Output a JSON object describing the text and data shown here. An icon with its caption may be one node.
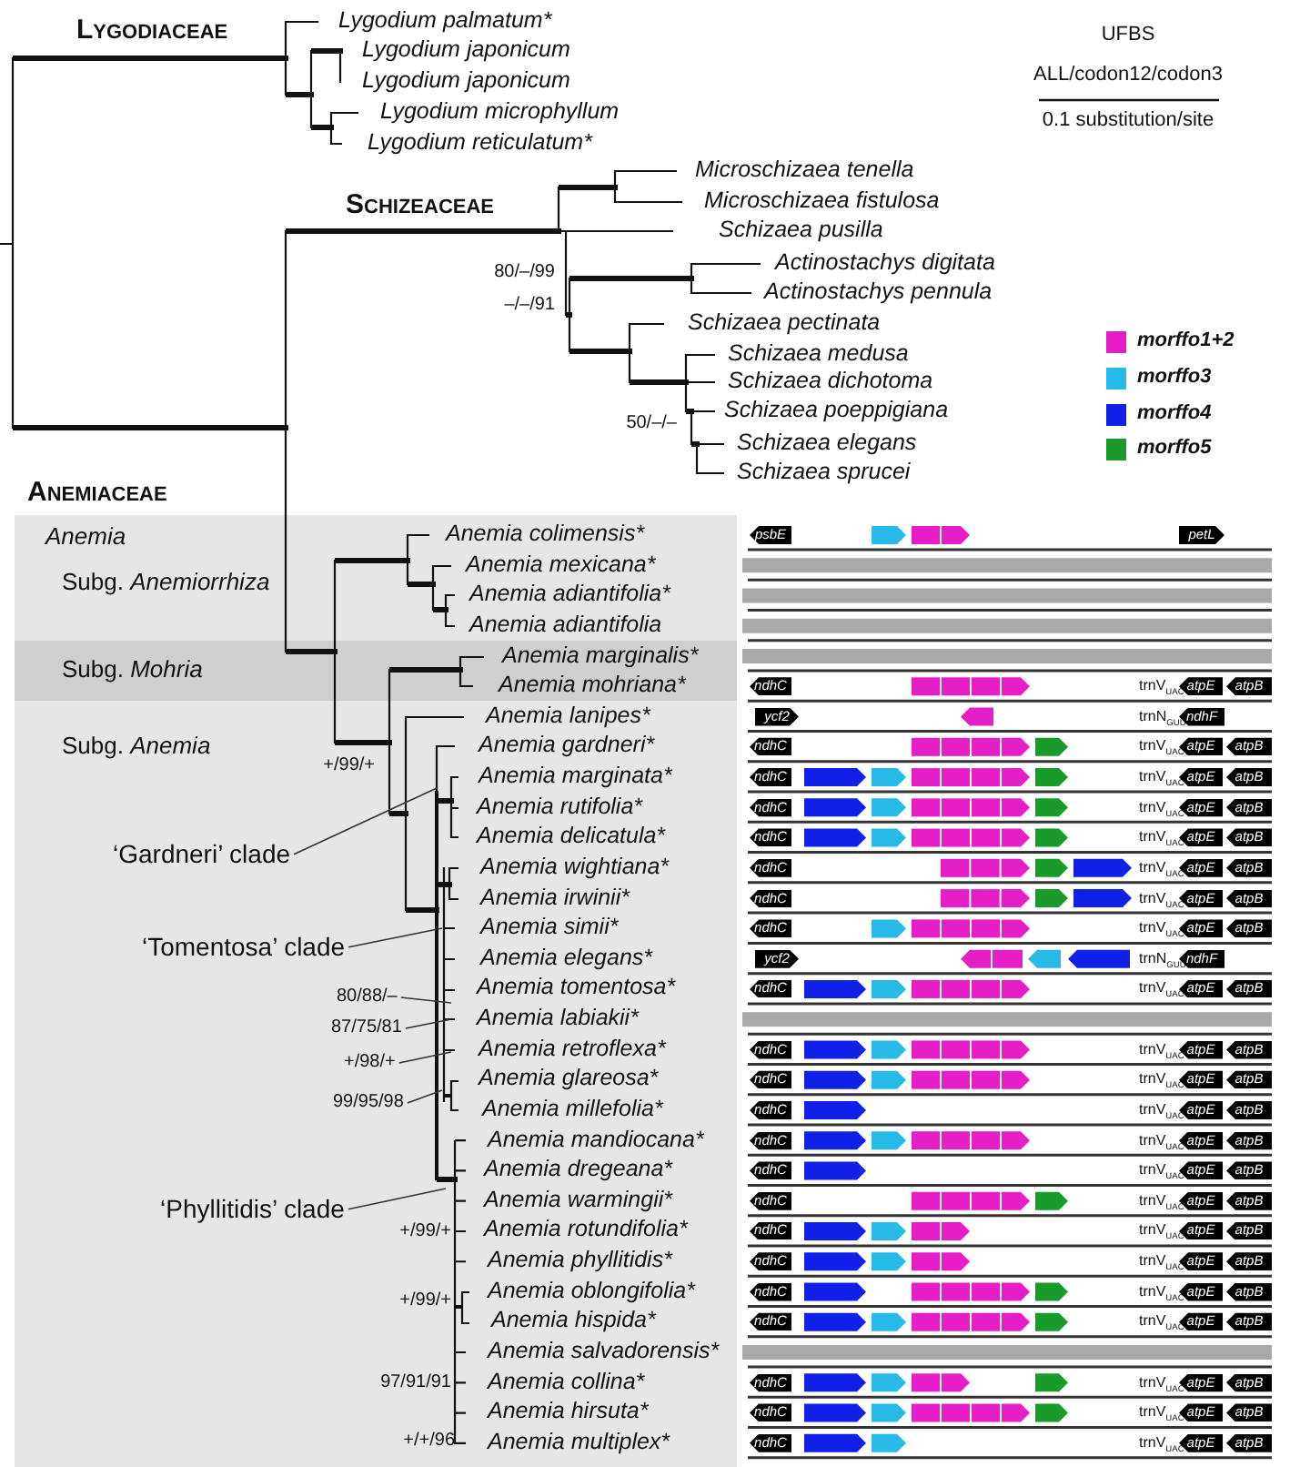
{
  "diagram": {
    "nodes": [
      {
        "text": [
          "Anemia"
        ]
      },
      {
        "text": [
          "Subg. *Mohria*"
        ],
        "in": 0
      },
      {
        "text": [
          "‘Gardneri’ clade"
        ],
        "in": 0
      },
      {
        "text": [
          "‘Tomentosa’ clade"
        ],
        "in": 0
      },
      {
        "text": [
          "80/88/–"
        ],
        "in": 0
      },
      {
        "text": [
          "87/75/81"
        ],
        "in": 0
      },
      {
        "text": [
          "+/98/+"
        ],
        "in": 0
      },
      {
        "text": [
          "99/95/98"
        ],
        "in": 0
      },
      {
        "text": [
          "‘Phyllitidis’ clade"
        ],
        "in": 0
      }
    ],
    "edges": [
      {
        "from": 2,
        "to": null,
        "arrow": "none"
      },
      {
        "from": 3,
        "to": null,
        "arrow": "none"
      },
      {
        "from": 4,
        "to": null,
        "arrow": "none"
      },
      {
        "from": 5,
        "to": null,
        "arrow": "none"
      },
      {
        "from": 6,
        "to": null,
        "arrow": "none"
      },
      {
        "from": 7,
        "to": null,
        "arrow": "none"
      },
      {
        "from": 8,
        "to": null,
        "arrow": "none"
      }
    ],
    "labels": [
      "Lygodiaceae",
      "Lygodium palmatum*",
      "UFBS",
      "Lygodium japonicum",
      "ALL/codon12/codon3",
      "Lygodium japonicum",
      "0.1 substitution/site",
      "Lygodium microphyllum",
      "Lygodium reticulatum*",
      "Microschizaea tenella",
      "Schizeaceae",
      "Microschizaea fistulosa",
      "Schizaea pusilla",
      "Actinostachys digitata",
      "80/–/99",
      "Actinostachys pennula",
      "–/–/91",
      "Schizaea pectinata",
      "Schizaea medusa",
      "Schizaea dichotoma",
      "Schizaea poeppigiana",
      "50/–/–",
      "Schizaea elegans",
      "Schizaea sprucei",
      "Anemiaceae",
      "Anemia colimensis*",
      "psbE",
      "petL",
      "Subg. *Anemiorrhiza*",
      "Anemia mexicana*",
      "Anemia adiantifolia*",
      "Anemia adiantifolia",
      "Anemia marginalis*",
      "Anemia mohriana*",
      "ndhC",
      "trnV$_{UAC}$",
      "atpE",
      "atpB",
      "Anemia lanipes*",
      "ycf2",
      "trnN$_{GUU}$",
      "ndhF",
      "Subg. *Anemia*",
      "Anemia gardneri*",
      "ndhC",
      "trnV$_{UAC}$",
      "atpE",
      "atpB",
      "+/99/+",
      "Anemia marginata*",
      "ndhC",
      "trnV$_{UAC}$",
      "atpE",
      "atpB",
      "Anemia rutifolia*",
      "ndhC",
      "trnV$_{UAC}$",
      "atpE",
      "atpB",
      "Anemia delicatula*",
      "ndhC",
      "trnV$_{UAC}$",
      "atpE",
      "atpB",
      "Anemia wightiana*",
      "ndhC",
      "trnV$_{UAC}$",
      "atpE",
      "atpB",
      "Anemia irwinii*",
      "ndhC",
      "trnV$_{UAC}$",
      "atpE",
      "atpB",
      "Anemia simii*",
      "ndhC",
      "trnV$_{UAC}$",
      "atpE",
      "atpB",
      "Anemia elegans*",
      "ycf2",
      "trnN$_{GUU}$",
      "ndhF",
      "Anemia tomentosa*",
      "ndhC",
      "trnV$_{UAC}$",
      "atpE",
      "atpB",
      "Anemia labiakii*",
      "Anemia retroflexa*",
      "ndhC",
      "trnV$_{UAC}$",
      "atpE",
      "atpB",
      "Anemia glareosa*",
      "ndhC",
      "trnV$_{UAC}$",
      "atpE",
      "atpB",
      "Anemia millefolia*",
      "ndhC",
      "trnV$_{UAC}$",
      "atpE",
      "atpB",
      "Anemia mandiocana*",
      "ndhC",
      "trnV$_{UAC}$",
      "atpE",
      "atpB",
      "Anemia dregeana*",
      "ndhC",
      "trnV$_{UAC}$",
      "atpE",
      "atpB",
      "Anemia warmingii*",
      "ndhC",
      "trnV$_{UAC}$",
      "atpE",
      "atpB",
      "+/99/+",
      "Anemia rotundifolia*",
      "ndhC",
      "trnV$_{UAC}$",
      "atpE",
      "atpB",
      "Anemia phyllitidis*",
      "ndhC",
      "trnV$_{UAC}$",
      "atpE",
      "atpB",
      "+/99/+",
      "Anemia oblongifolia*",
      "ndhC",
      "trnV$_{UAC}$",
      "atpE",
      "atpB",
      "Anemia hispida*",
      "ndhC",
      "trnV$_{UAC}$",
      "atpE",
      "atpB",
      "Anemia salvadorensis*",
      "97/91/91",
      "Anemia collina*",
      "ndhC",
      "trnV$_{UAC}$",
      "atpE",
      "atpB",
      "Anemia hirsuta*",
      "ndhC",
      "trnV$_{UAC}$",
      "atpE",
      "atpB",
      "+/+/96",
      "Anemia multiplex*",
      "ndhC",
      "trnV$_{UAC}$",
      "atpE",
      "atpB"
    ],
    "legend": [
      {
        "text": "morffo1+2",
        "color": "#e61ec8"
      },
      {
        "text": "morffo3",
        "color": "#28bae6"
      },
      {
        "text": "morffo4",
        "color": "#1020e6"
      },
      {
        "text": "morffo5",
        "color": "#1a9a2a"
      }
    ]
  }
}
